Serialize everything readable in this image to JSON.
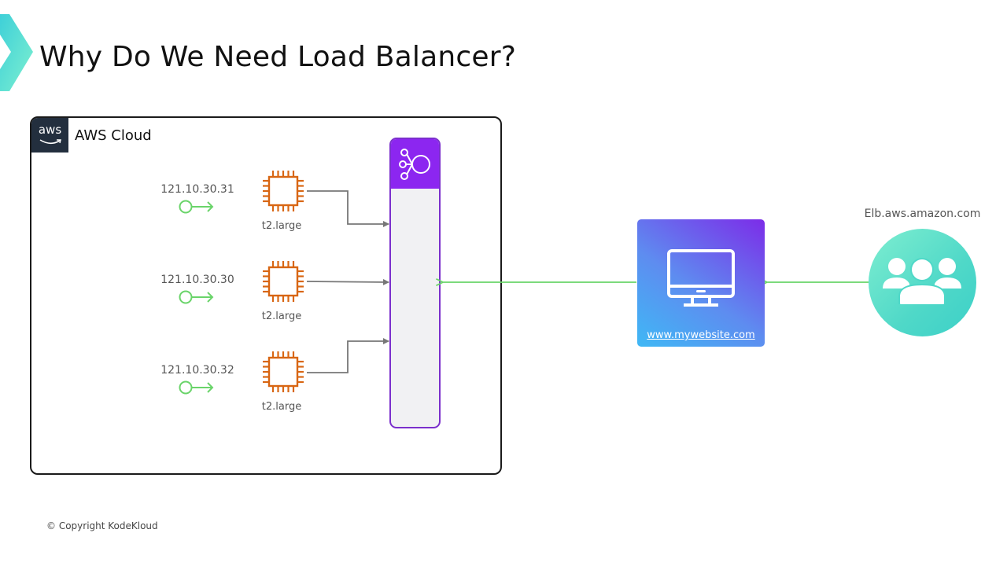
{
  "title": "Why Do We Need Load Balancer?",
  "brand_colors": {
    "logo_accent": "#4fd8c8",
    "aws_badge": "#232f3e",
    "ec2_orange": "#d86613",
    "elastic_ip_green": "#6ad46a",
    "load_balancer_purple": "#8c26f0",
    "connector_gray": "#777777",
    "traffic_green": "#6ad46a"
  },
  "aws_cloud": {
    "badge_text": "aws",
    "label": "AWS Cloud"
  },
  "instances": [
    {
      "ip": "121.10.30.31",
      "type": "t2.large"
    },
    {
      "ip": "121.10.30.30",
      "type": "t2.large"
    },
    {
      "ip": "121.10.30.32",
      "type": "t2.large"
    }
  ],
  "load_balancer": {
    "icon": "elastic-load-balancer-icon"
  },
  "website": {
    "icon": "monitor-icon",
    "url": "www.mywebsite.com"
  },
  "users": {
    "icon": "users-group-icon",
    "dns_label": "Elb.aws.amazon.com"
  },
  "footer": {
    "copyright": "© Copyright KodeKloud"
  }
}
